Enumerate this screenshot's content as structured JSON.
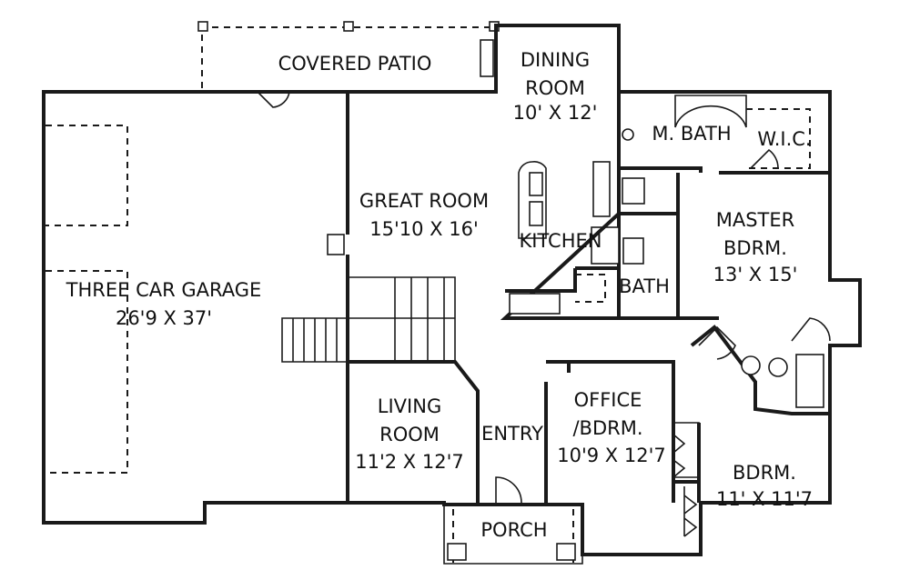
{
  "rooms": {
    "covered_patio": "COVERED PATIO",
    "dining": {
      "line1": "DINING",
      "line2": "ROOM",
      "size": "10' X 12'"
    },
    "master_bath": "M. BATH",
    "wic": "W.I.C.",
    "great_room": {
      "line1": "GREAT ROOM",
      "size": "15'10 X 16'"
    },
    "kitchen": "KITCHEN",
    "master_bdrm": {
      "line1": "MASTER",
      "line2": "BDRM.",
      "size": "13' X 15'"
    },
    "bath": "BATH",
    "garage": {
      "line1": "THREE CAR GARAGE",
      "size": "26'9 X 37'"
    },
    "office": {
      "line1": "OFFICE",
      "line2": "/BDRM.",
      "size": "10'9 X 12'7"
    },
    "living": {
      "line1": "LIVING",
      "line2": "ROOM",
      "size": "11'2 X 12'7"
    },
    "entry": "ENTRY",
    "bdrm": {
      "line1": "BDRM.",
      "size": "11' X 11'7"
    },
    "porch": "PORCH"
  }
}
